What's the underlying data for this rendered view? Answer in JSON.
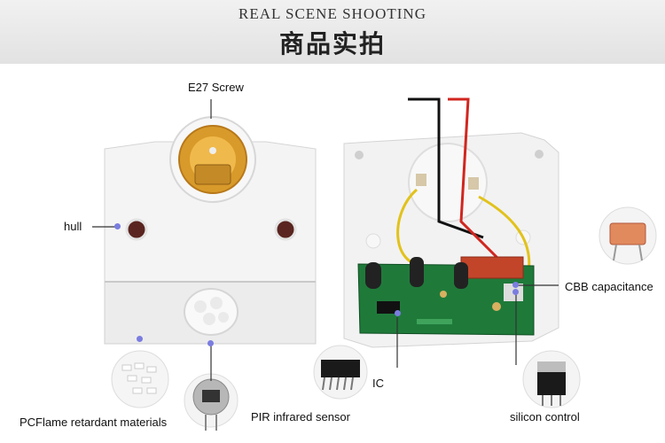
{
  "header": {
    "title_en": "REAL SCENE SHOOTING",
    "title_cn": "商品实拍"
  },
  "labels": {
    "e27": "E27 Screw",
    "hull": "hull",
    "cbb": "CBB capacitance",
    "ic": "IC",
    "pcflame": "PCFlame retardant materials",
    "pir": "PIR  infrared sensor",
    "scr": "silicon control"
  },
  "colors": {
    "callout_dot": "#7a7de0",
    "socket_brass": "#d89a2a",
    "pcb_green": "#1f7a3a",
    "capacitor_red": "#c2452a"
  }
}
